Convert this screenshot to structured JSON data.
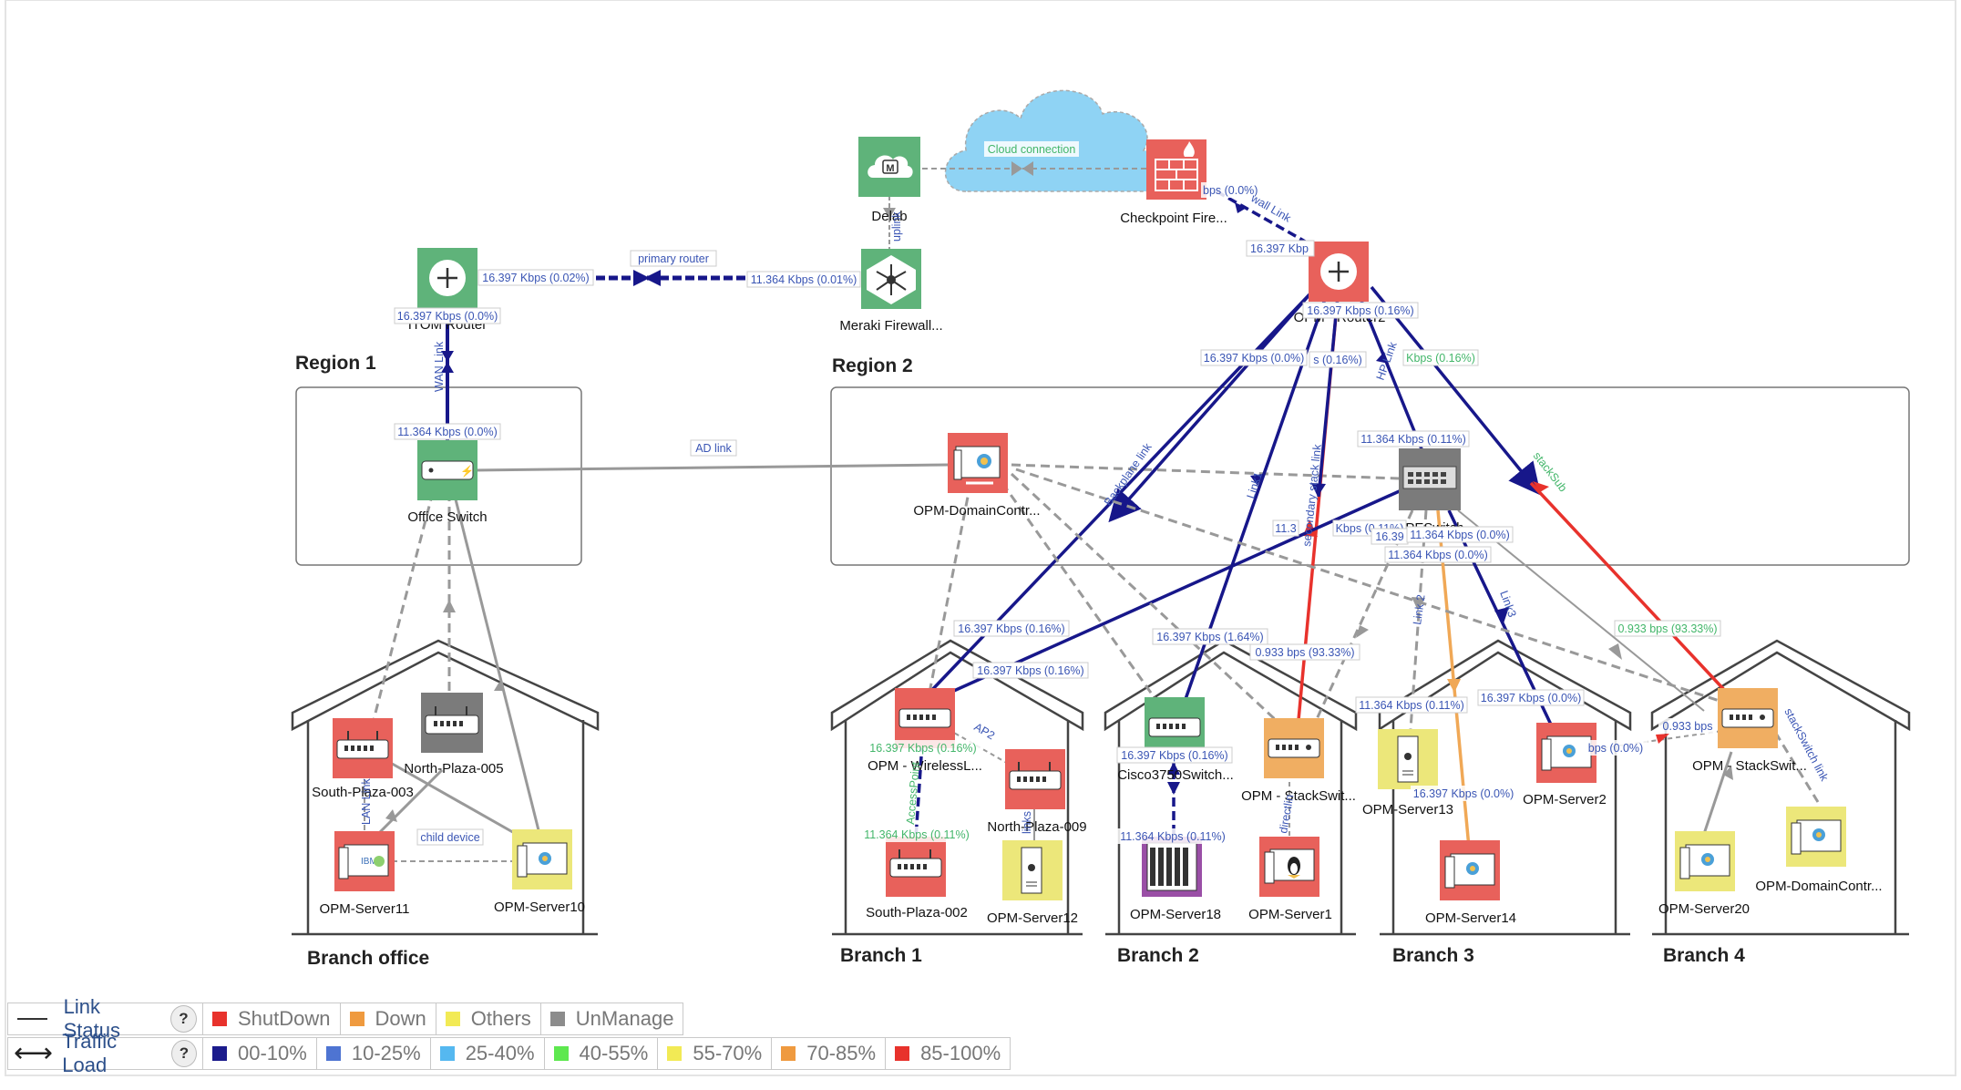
{
  "regions": {
    "region1": "Region 1",
    "region2": "Region 2"
  },
  "buildings": {
    "branch_office": "Branch office",
    "branch1": "Branch 1",
    "branch2": "Branch 2",
    "branch3": "Branch 3",
    "branch4": "Branch 4"
  },
  "cloud": {
    "label": "Cloud connection"
  },
  "devices": {
    "delab": "Delab",
    "checkpoint": "Checkpoint Fire...",
    "itom_router": "ITOM Router",
    "meraki": "Meraki Firewall...",
    "opm_router2": "OPM - Router2",
    "office_switch": "Office Switch",
    "opm_domain1": "OPM-DomainContr...",
    "hpeswitch": "HPESwitch",
    "south_plaza_003": "South-Plaza-003",
    "north_plaza_005": "North-Plaza-005",
    "opm_server11": "OPM-Server11",
    "opm_server10": "OPM-Server10",
    "opm_wireless": "OPM - WirelessL...",
    "north_plaza_009": "North-Plaza-009",
    "south_plaza_002": "South-Plaza-002",
    "opm_server12": "OPM-Server12",
    "cisco3750": "Cisco3750Switch...",
    "opm_stackswit1": "OPM - StackSwit...",
    "opm_server18": "OPM-Server18",
    "opm_server1": "OPM-Server1",
    "opm_server13": "OPM-Server13",
    "opm_server2": "OPM-Server2",
    "opm_server14": "OPM-Server14",
    "opm_stackswit2": "OPM - StackSwit...",
    "opm_server20": "OPM-Server20",
    "opm_domain2": "OPM-DomainContr..."
  },
  "link_labels": {
    "primary_router": "primary router",
    "itom_left": "16.397 Kbps (0.02%)",
    "meraki_right": "11.364 Kbps (0.01%)",
    "itom_below": "16.397 Kbps (0.0%)",
    "wan_link": "WAN Link",
    "office_switch_top": "11.364 Kbps (0.0%)",
    "ad_link": "AD link",
    "uplink": "uplink",
    "checkpoint_bps": "bps (0.0%)",
    "wall_link": "wall Link",
    "router2_kbp": "16.397 Kbp",
    "router2_below": "16.397 Kbps (0.16%)",
    "router2_left": "16.397 Kbps (0.0%)",
    "router2_mid": "s (0.16%)",
    "router2_right": "Kbps (0.16%)",
    "hp_link": "HP Link",
    "stacksub": "stackSub",
    "hpe_top": "11.364 Kbps (0.11%)",
    "backplane": "Backplane link",
    "link1": "Link1",
    "secondary_stack": "secondary stack link",
    "hpe_left": "11.3",
    "hpe_left2": "Kbps (0.11%)",
    "hpe_16_39": "16.39",
    "hpe_11_364_a": "11.364 Kbps (0.0%)",
    "hpe_11_364_b": "11.364 Kbps (0.0%)",
    "link2": "Link 2",
    "link3": "Link3",
    "wl_16_397_a": "16.397 Kbps (0.16%)",
    "wl_16_397_b": "16.397 Kbps (0.16%)",
    "cisco_164": "16.397 Kbps (1.64%)",
    "stack_0933": "0.933 bps (93.33%)",
    "branch4_0933": "0.933 bps (93.33%)",
    "ap2": "AP2",
    "wl_below": "16.397 Kbps (0.16%)",
    "accesspoint": "AccessPoint",
    "sp002_top": "11.364 Kbps (0.11%)",
    "cisco_below": "16.397 Kbps (0.16%)",
    "server18_top": "11.364 Kbps (0.11%)",
    "direct": "directlin",
    "server13_top": "11.364 Kbps (0.11%)",
    "server13_right": "16.397 Kbps (0.0%)",
    "server2_top": "16.397 Kbps (0.0%)",
    "server2_right": "bps (0.0%)",
    "stack2_left": "0.933 bps",
    "stackswitch_link": "stackSwitch link",
    "lan_link": "LAN Link",
    "child_device": "child device",
    "np009_link": "links"
  },
  "legend": {
    "link_status": {
      "title": "Link Status",
      "help": "?",
      "items": [
        {
          "label": "ShutDown",
          "color": "#e8322c"
        },
        {
          "label": "Down",
          "color": "#ef9a3f"
        },
        {
          "label": "Others",
          "color": "#f2ea55"
        },
        {
          "label": "UnManage",
          "color": "#8c8c8c"
        }
      ]
    },
    "traffic_load": {
      "title": "Traffic Load",
      "help": "?",
      "items": [
        {
          "label": "00-10%",
          "color": "#1b1b8c"
        },
        {
          "label": "10-25%",
          "color": "#4e74d2"
        },
        {
          "label": "25-40%",
          "color": "#55b8f0"
        },
        {
          "label": "40-55%",
          "color": "#5ee84f"
        },
        {
          "label": "55-70%",
          "color": "#f2ea55"
        },
        {
          "label": "70-85%",
          "color": "#ef9a3f"
        },
        {
          "label": "85-100%",
          "color": "#e8322c"
        }
      ]
    }
  },
  "colors": {
    "node_red": "#e8615b",
    "node_green": "#5fb37a",
    "node_gray": "#7b7b7b",
    "node_yellow": "#ece77a",
    "node_orange": "#f0ae62",
    "node_purple": "#9a4fa6",
    "link_navy": "#17178a",
    "link_gray": "#999999",
    "link_red": "#e8322c",
    "link_orange": "#f0a856",
    "label_blue": "#3a55b4",
    "label_green": "#43b66a",
    "cloud_fill": "#8fd3f4"
  }
}
